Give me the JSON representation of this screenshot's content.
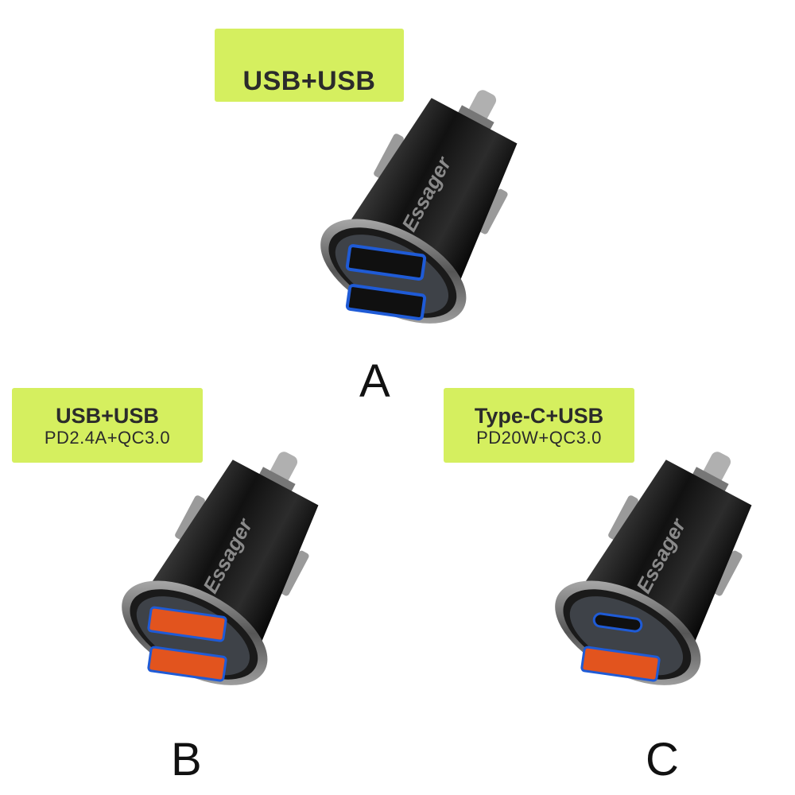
{
  "products": [
    {
      "id": "A",
      "letter": "A",
      "title": "USB+USB",
      "subtitle": "",
      "ports": [
        "usb-a",
        "usb-a"
      ],
      "port_color": "#1f5bd6",
      "brand": "Essager"
    },
    {
      "id": "B",
      "letter": "B",
      "title": "USB+USB",
      "subtitle": "PD2.4A+QC3.0",
      "ports": [
        "usb-a",
        "usb-a"
      ],
      "port_color": "#e2541e",
      "brand": "Essager"
    },
    {
      "id": "C",
      "letter": "C",
      "title": "Type-C+USB",
      "subtitle": "PD20W+QC3.0",
      "ports": [
        "usb-c",
        "usb-a"
      ],
      "port_color": "#e2541e",
      "brand": "Essager"
    }
  ],
  "colors": {
    "badge": "#d5ef5f",
    "body": "#111111",
    "text": "#2b2b2b"
  }
}
